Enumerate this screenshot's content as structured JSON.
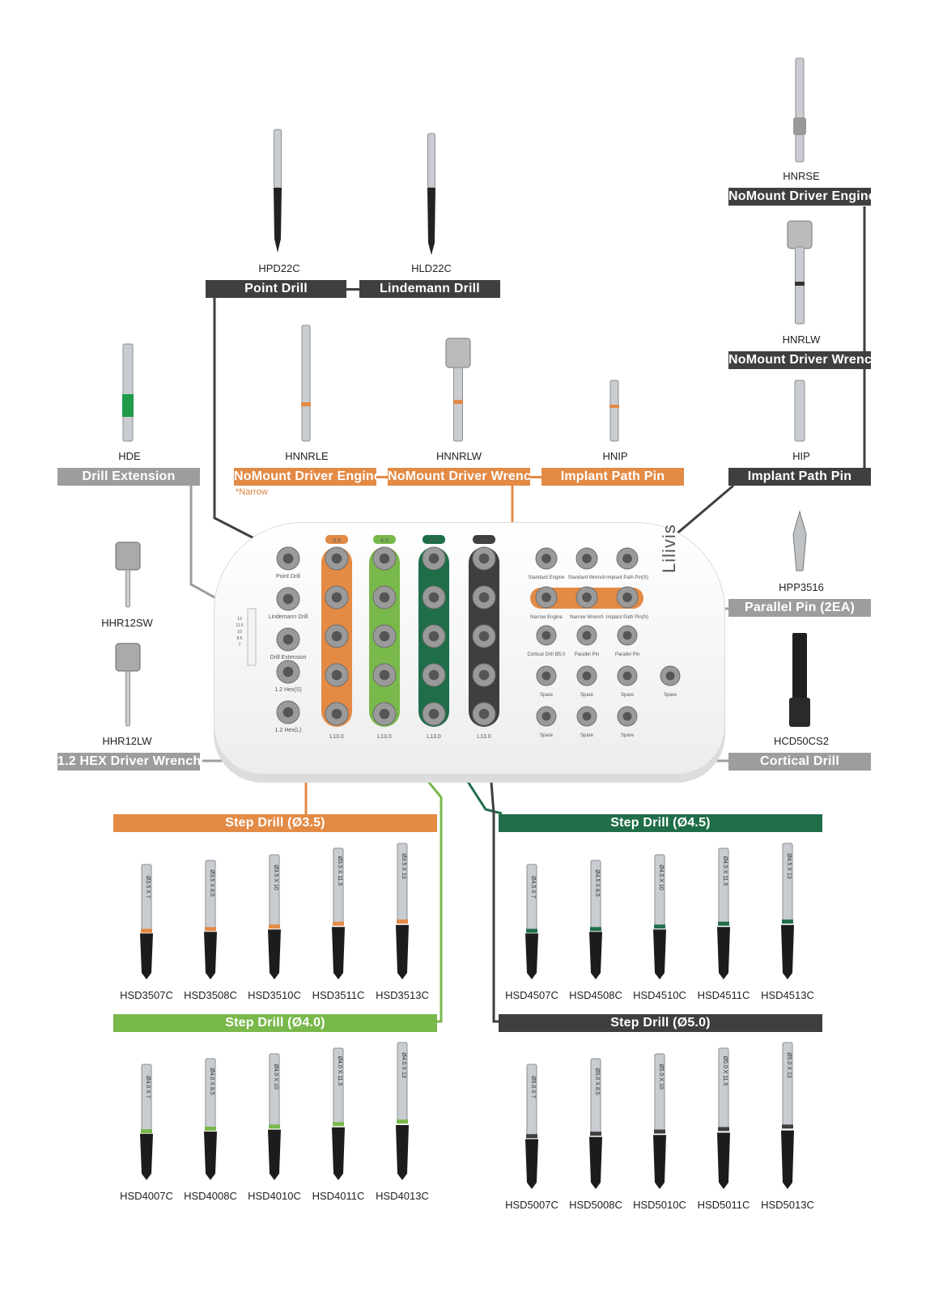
{
  "colors": {
    "orange": "#e38a45",
    "green_light": "#79b84a",
    "green_dark": "#1f6e49",
    "dark": "#3f3f3f",
    "gray": "#9d9d9d",
    "steel": "#c9ccd0"
  },
  "top_tools": {
    "HPD22C": {
      "code": "HPD22C",
      "label": "Point Drill"
    },
    "HLD22C": {
      "code": "HLD22C",
      "label": "Lindemann Drill"
    },
    "HNRSE": {
      "code": "HNRSE",
      "label": "NoMount Driver Engine"
    },
    "HNRLW": {
      "code": "HNRLW",
      "label": "NoMount Driver Wrench"
    },
    "HIP": {
      "code": "HIP",
      "label": "Implant Path Pin"
    },
    "HDE": {
      "code": "HDE",
      "label": "Drill Extension"
    },
    "HNNRLE": {
      "code": "HNNRLE",
      "label": "NoMount Driver Engine"
    },
    "HNNRLW": {
      "code": "HNNRLW",
      "label": "NoMount Driver Wrench"
    },
    "HNIP": {
      "code": "HNIP",
      "label": "Implant Path Pin"
    },
    "narrow_note": "*Narrow",
    "HHR12SW": {
      "code": "HHR12SW"
    },
    "HHR12LW": {
      "code": "HHR12LW",
      "label": "1.2 HEX Driver Wrench"
    },
    "HPP3516": {
      "code": "HPP3516",
      "label": "Parallel Pin (2EA)"
    },
    "HCD50CS2": {
      "code": "HCD50CS2",
      "label": "Cortical Drill"
    }
  },
  "tray": {
    "brand": "Lilivis",
    "slots_left": [
      "Point Drill",
      "Lindemann Drill",
      "Drill Extension",
      "1.2 Hex(S)",
      "1.2 Hex(L)"
    ],
    "column_bottom": [
      "L13.0",
      "L13.0",
      "L13.0",
      "L13.0"
    ],
    "column_top": [
      "3.5",
      "4.0",
      "4.5",
      "5.0"
    ],
    "right_row1": [
      "Standard Engine",
      "Standard Wrench",
      "Implant Path Pin(S)"
    ],
    "right_row2": [
      "Narrow Engine",
      "Narrow Wrench",
      "Implant Path Pin(N)"
    ],
    "right_row3": [
      "Cortical Drill Ø5.0",
      "Parallel Pin",
      "Parallel Pin"
    ],
    "spare_row1": [
      "Spare",
      "Spare",
      "Spare",
      "Spare"
    ],
    "spare_row2": [
      "Spare",
      "Spare",
      "Spare"
    ],
    "ruler": [
      "13",
      "11.5",
      "10",
      "8.5",
      "7"
    ]
  },
  "step_drills": {
    "d35": {
      "title": "Step Drill (Ø3.5)",
      "codes": [
        "HSD3507C",
        "HSD3508C",
        "HSD3510C",
        "HSD3511C",
        "HSD3513C"
      ],
      "engraving": [
        "Ø3.5 X 7",
        "Ø3.5 X 8.5",
        "Ø3.5 X 10",
        "Ø3.5 X 11.5",
        "Ø3.5 X 13"
      ]
    },
    "d45": {
      "title": "Step Drill (Ø4.5)",
      "codes": [
        "HSD4507C",
        "HSD4508C",
        "HSD4510C",
        "HSD4511C",
        "HSD4513C"
      ],
      "engraving": [
        "Ø4.5 X 7",
        "Ø4.5 X 8.5",
        "Ø4.5 X 10",
        "Ø4.5 X 11.5",
        "Ø4.5 X 13"
      ]
    },
    "d40": {
      "title": "Step Drill (Ø4.0)",
      "codes": [
        "HSD4007C",
        "HSD4008C",
        "HSD4010C",
        "HSD4011C",
        "HSD4013C"
      ],
      "engraving": [
        "Ø4.0 X 7",
        "Ø4.0 X 8.5",
        "Ø4.0 X 10",
        "Ø4.0 X 11.5",
        "Ø4.0 X 13"
      ]
    },
    "d50": {
      "title": "Step Drill (Ø5.0)",
      "codes": [
        "HSD5007C",
        "HSD5008C",
        "HSD5010C",
        "HSD5011C",
        "HSD5013C"
      ],
      "engraving": [
        "Ø5.0 X 7",
        "Ø5.0 X 8.5",
        "Ø5.0 X 10",
        "Ø5.0 X 11.5",
        "Ø5.0 X 13"
      ]
    }
  }
}
